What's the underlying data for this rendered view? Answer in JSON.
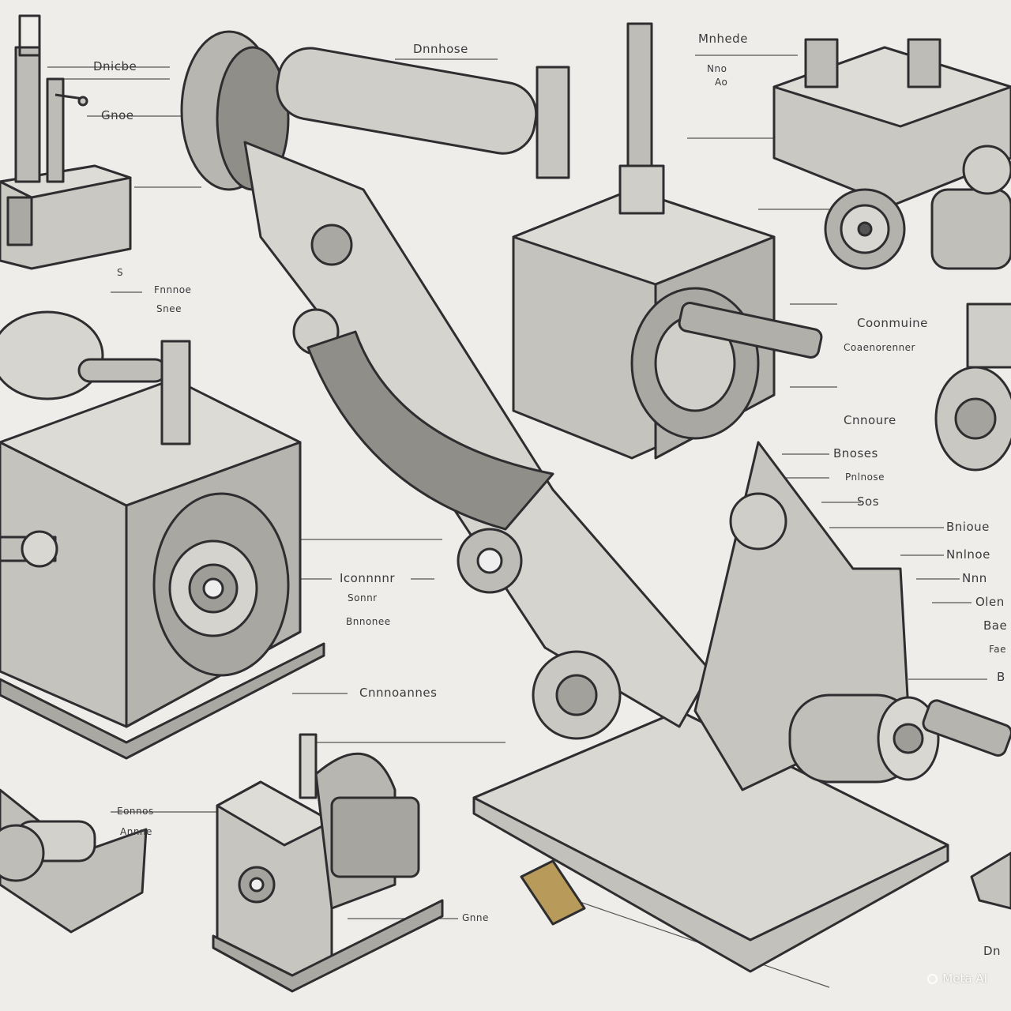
{
  "colors": {
    "background": "#eeedea",
    "metal": "#c9c8c2",
    "metal_dark": "#8d8c88",
    "outline": "#2e2e30",
    "accent": "#b89a5a"
  },
  "labels": {
    "top_left_1": "Dnicbe",
    "top_left_2": "Gnoe",
    "top_center": "Dnnhose",
    "top_right_1": "Mnhede",
    "top_right_2": "Nno",
    "top_right_3": "Ao",
    "left_mid_1": "Fnnnoe",
    "left_mid_2": "Snee",
    "left_mid_3": "S",
    "right_1": "Coonmuine",
    "right_1_sub": "Coaenorenner",
    "right_2": "Cnnoure",
    "right_3": "Bnoses",
    "right_4": "Pnlnose",
    "right_5": "Sos",
    "far_right_1": "Bnioue",
    "far_right_2": "Nnlnoe",
    "far_right_3": "Nnn",
    "far_right_4": "Olen",
    "far_right_5": "Bae",
    "far_right_6": "Fae",
    "far_right_7": "B",
    "center_1": "Iconnnnr",
    "center_2": "Sonnr",
    "center_3": "Bnnonee",
    "center_4": "Cnnnoannes",
    "bottom_left_1": "Eonnos",
    "bottom_left_2": "Annne",
    "bottom_center": "Gnne",
    "bottom_right": "Dn"
  },
  "watermark": "Meta AI"
}
